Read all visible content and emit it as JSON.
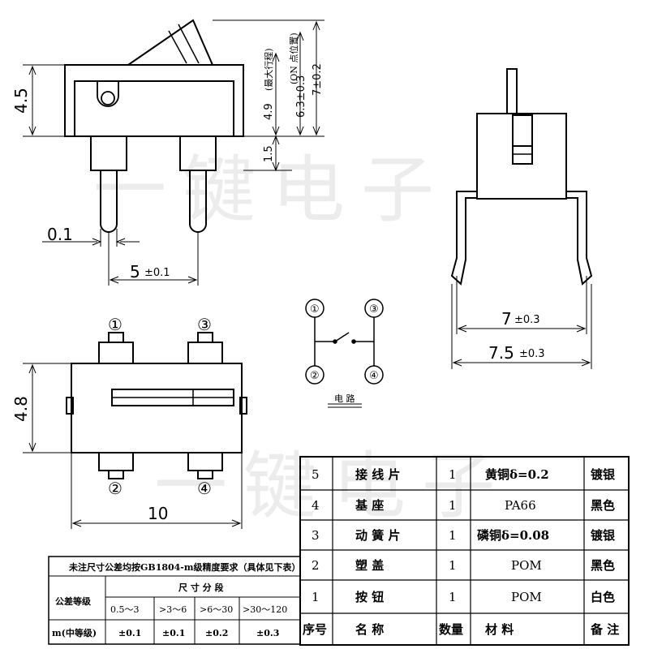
{
  "watermark": [
    "一键电子",
    "一键电子"
  ],
  "side_view": {
    "height": "4.5",
    "dims_vertical": [
      "7±0.2",
      "6.3±0.3",
      "4.9",
      "1.5"
    ],
    "note_on": "(ON 点位置)",
    "note_travel": "(最大行程)",
    "gap": "0.1",
    "pitch": "5",
    "pitch_tol": "±0.1"
  },
  "front_view": {
    "w1": "7",
    "w1_tol": "±0.3",
    "w2": "7.5",
    "w2_tol": "±0.3"
  },
  "top_view": {
    "pins": [
      "①",
      "③",
      "②",
      "④"
    ],
    "height": "4.8",
    "width": "10"
  },
  "circuit": {
    "terminals": [
      "①",
      "③",
      "②",
      "④"
    ],
    "caption": "电 路"
  },
  "tolerance_table": {
    "title": "未注尺寸公差均按GB1804-m级精度要求（具体见下表）",
    "grade_header": "公差等级",
    "span_header": "尺 寸 分 段",
    "ranges": [
      "0.5～3",
      ">3～6",
      ">6～30",
      ">30～120"
    ],
    "row_label": "m(中等级)",
    "values": [
      "±0.1",
      "±0.1",
      "±0.2",
      "±0.3"
    ]
  },
  "bom": {
    "headers": [
      "序号",
      "名  称",
      "数量",
      "材    料",
      "备 注"
    ],
    "rows": [
      [
        "5",
        "接 线 片",
        "1",
        "黄铜δ=0.2",
        "镀银"
      ],
      [
        "4",
        "基    座",
        "1",
        "PA66",
        "黑色"
      ],
      [
        "3",
        "动 簧 片",
        "1",
        "磷铜δ=0.08",
        "镀银"
      ],
      [
        "2",
        "塑    盖",
        "1",
        "POM",
        "黑色"
      ],
      [
        "1",
        "按    钮",
        "1",
        "POM",
        "白色"
      ]
    ]
  }
}
